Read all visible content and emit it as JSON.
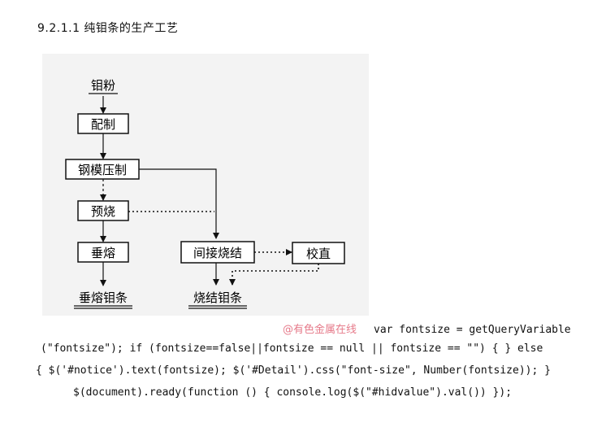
{
  "heading": "9.2.1.1 纯钼条的生产工艺",
  "diagram": {
    "nodes": {
      "raw": "钼粉",
      "mix": "配制",
      "press": "钢模压制",
      "presinter": "预烧",
      "vertical": "垂熔",
      "indirect": "间接烧结",
      "straighten": "校直",
      "out1": "垂熔钼条",
      "out2": "烧结钼条"
    }
  },
  "watermark": "@有色金属在线",
  "code": {
    "line1": "var fontsize = getQueryVariable",
    "line2": "(\"fontsize\"); if (fontsize==false||fontsize == null || fontsize == \"\") { } else",
    "line3": "{ $('#notice').text(fontsize); $('#Detail').css(\"font-size\", Number(fontsize)); }",
    "line4": "$(document).ready(function () { console.log($(\"#hidvalue\").val()) });"
  }
}
